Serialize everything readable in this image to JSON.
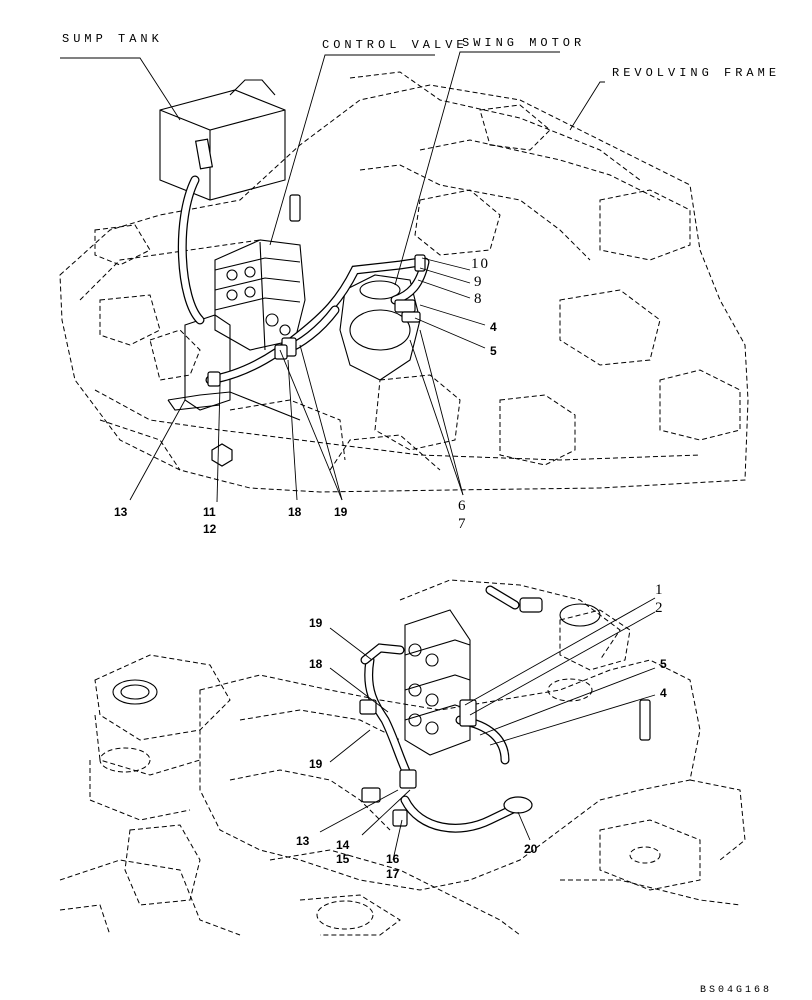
{
  "views": {
    "upper": {
      "labels": {
        "sump_tank": "SUMP TANK",
        "control_valve": "CONTROL VALVE",
        "swing_motor": "SWING MOTOR",
        "revolving_frame": "REVOLVING FRAME"
      },
      "callouts": [
        "10",
        "9",
        "8",
        "4",
        "5",
        "6",
        "7",
        "13",
        "11",
        "12",
        "18",
        "19"
      ]
    },
    "lower": {
      "callouts": [
        "1",
        "2",
        "5",
        "4",
        "19",
        "18",
        "19",
        "13",
        "14",
        "15",
        "16",
        "17",
        "20"
      ]
    }
  },
  "drawing_number": "BS04G168"
}
